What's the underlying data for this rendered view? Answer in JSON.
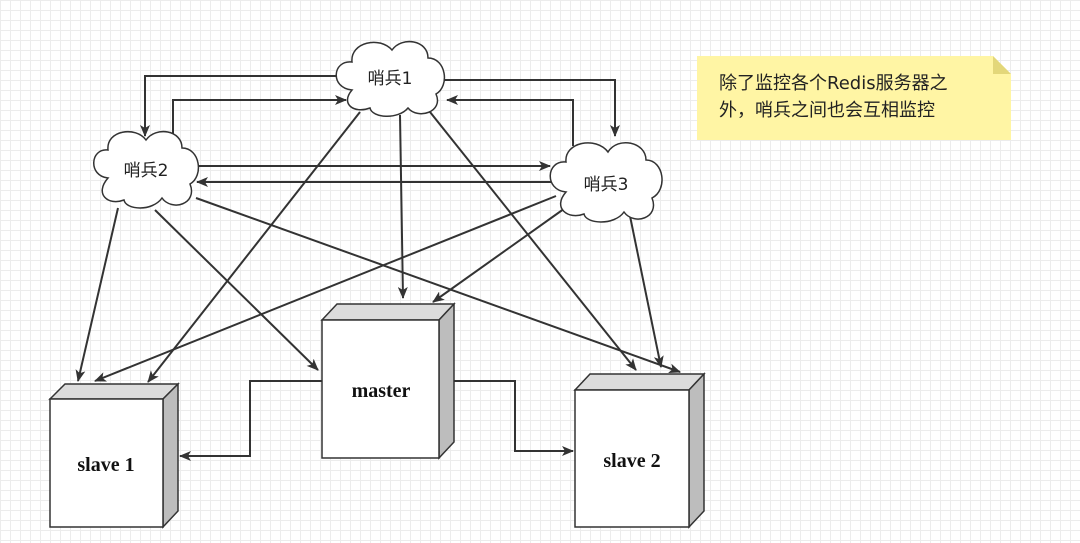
{
  "diagram": {
    "sentinels": [
      {
        "id": "s1",
        "label": "哨兵1"
      },
      {
        "id": "s2",
        "label": "哨兵2"
      },
      {
        "id": "s3",
        "label": "哨兵3"
      }
    ],
    "servers": [
      {
        "id": "master",
        "label": "master"
      },
      {
        "id": "slave1",
        "label": "slave 1"
      },
      {
        "id": "slave2",
        "label": "slave 2"
      }
    ],
    "note": {
      "line1": "除了监控各个Redis服务器之",
      "line2": "外，哨兵之间也会互相监控"
    },
    "colors": {
      "line": "#333333",
      "note_background": "#fff5a4",
      "box_front": "#ffffff",
      "box_top": "#dcdcdc",
      "box_side": "#bdbdbd"
    }
  }
}
